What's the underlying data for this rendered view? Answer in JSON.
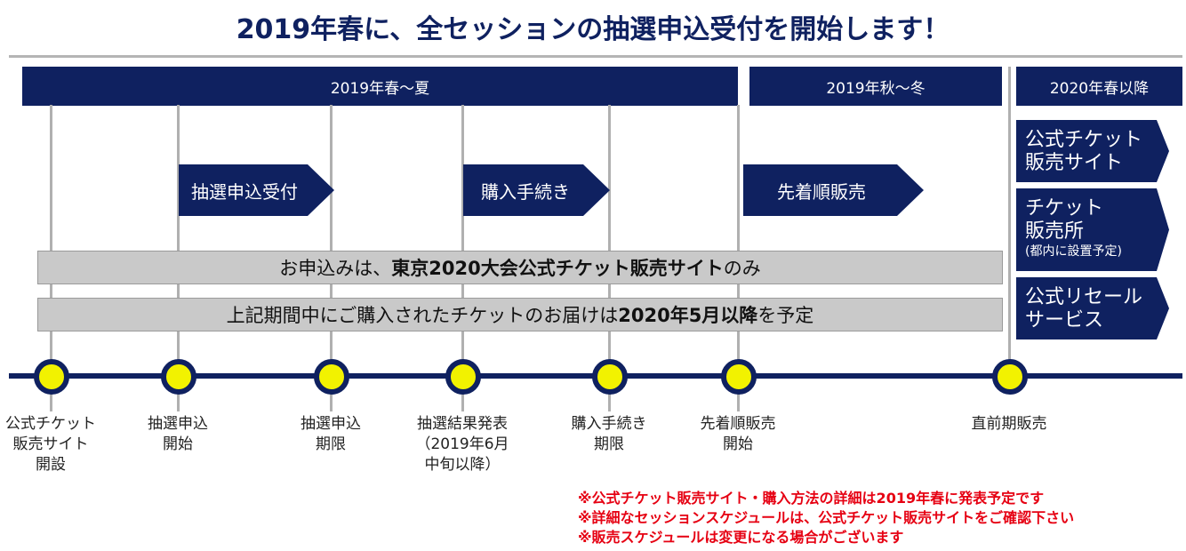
{
  "title": "2019年春に、全セッションの抽選申込受付を開始します！",
  "periods": [
    "2019年春〜夏",
    "2019年秋〜冬",
    "2020年春以降"
  ],
  "phases": [
    "抽選申込受付",
    "購入手続き",
    "先着順販売"
  ],
  "channels": [
    {
      "line1": "公式チケット",
      "line2": "販売サイト"
    },
    {
      "line1": "チケット",
      "line2": "販売所",
      "note": "(都内に設置予定)"
    },
    {
      "line1": "公式リセール",
      "line2": "サービス"
    }
  ],
  "bar1": {
    "pre": "お申込みは、",
    "bold": "東京2020大会公式チケット販売サイト",
    "post": "のみ"
  },
  "bar2": {
    "pre": "上記期間中にご購入されたチケットのお届けは",
    "bold": "2020年5月以降",
    "post": "を予定"
  },
  "milestones": [
    "公式チケット\n販売サイト\n開設",
    "抽選申込\n開始",
    "抽選申込\n期限",
    "抽選結果発表\n（2019年6月\n中旬以降）",
    "購入手続き\n期限",
    "先着順販売\n開始",
    "直前期販売"
  ],
  "notes": [
    "※公式チケット販売サイト・購入方法の詳細は2019年春に発表予定です",
    "※詳細なセッションスケジュールは、公式チケット販売サイトをご確認下さい",
    "※販売スケジュールは変更になる場合がございます"
  ],
  "colors": {
    "navy": "#0f2160",
    "dot": "#f2f200",
    "note": "#e60012"
  }
}
